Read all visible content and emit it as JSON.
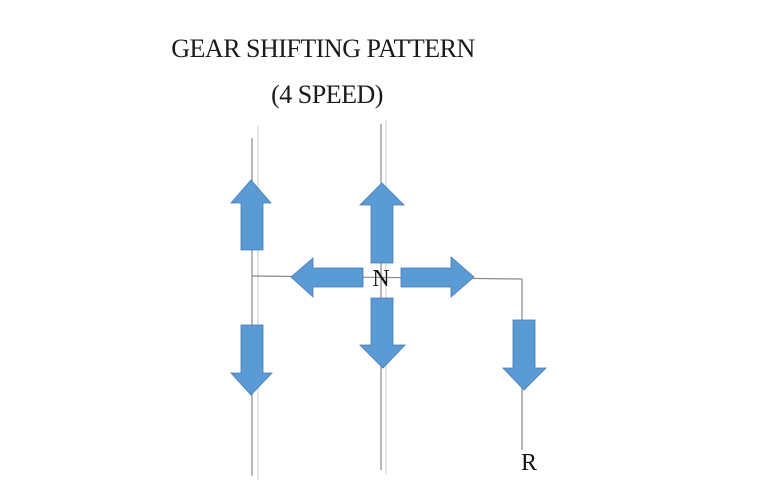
{
  "title": {
    "line1": "GEAR SHIFTING PATTERN",
    "line2": "(4 SPEED)"
  },
  "labels": {
    "neutral": "N",
    "reverse": "R"
  },
  "colors": {
    "arrow_fill": "#5b9bd5",
    "line": "#8a8a8a",
    "text": "#111111"
  }
}
